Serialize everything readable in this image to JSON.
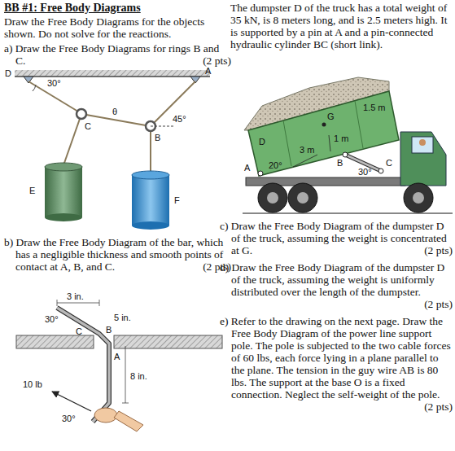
{
  "diagram": {
    "title": "BB #1: Free Body Diagrams",
    "labels": [
      "Draw the Free Body Diagrams for the objects shown. Do not solve for the reactions.",
      "a) Draw the Free Body Diagrams for rings B and C.",
      "(2 pts)",
      "D",
      "A",
      "30°",
      "C",
      "θ",
      "45°",
      "B",
      "E",
      "F",
      "b) Draw the Free Body Diagram of the bar, which has a negligible thickness and smooth points of contact at A, B, and C.",
      "(2 pts)",
      "3 in.",
      "30°",
      "5 in.",
      "C",
      "B",
      "A",
      "8 in.",
      "10 lb",
      "30°",
      "The dumpster D of the truck has a total weight of 35 kN, is 8 meters long, and is 2.5 meters high. It is supported by a pin at A and a pin-connected hydraulic cylinder BC (short link).",
      "D",
      "G",
      "1.5 m",
      "3 m",
      "1 m",
      "A",
      "B",
      "20°",
      "30°",
      "C",
      "c) Draw the Free Body Diagram of the dumpster D of the truck, assuming the weight is concentrated at G.",
      "(2 pts)",
      "d) Draw the Free Body Diagram of the dumpster D of the truck, assuming the weight is uniformly distributed over the length of the dumpster.",
      "(2 pts)",
      "e) Refer to the drawing on the next page. Draw the Free Body Diagram of the power line support pole. The pole is subjected to the two cable forces of 60 lbs, each force lying in a plane parallel to the plane. The tension in the guy wire AB is 80 lbs. The support at the base O is a fixed connection. Neglect the self-weight of the pole.",
      "(2 pts)"
    ]
  }
}
